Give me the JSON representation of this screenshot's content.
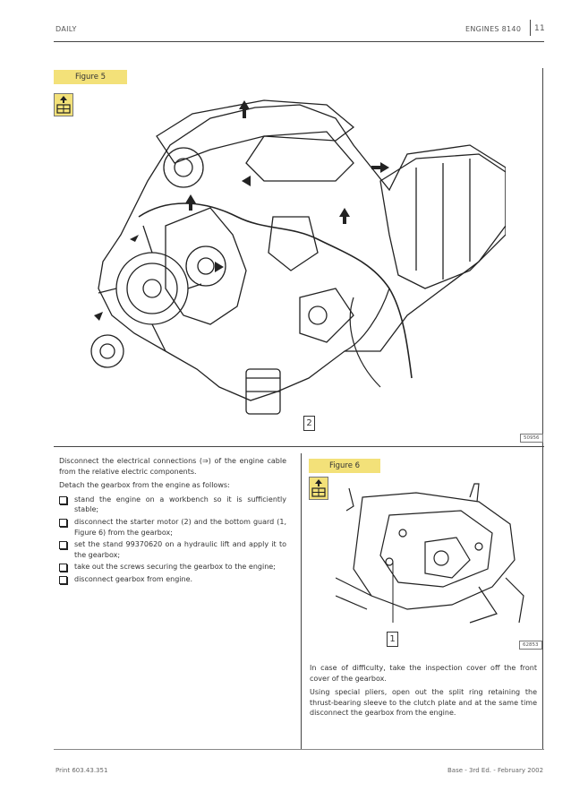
{
  "header": {
    "left": "DAILY",
    "center": "ENGINES 8140",
    "page_number": "11"
  },
  "figure5": {
    "label": "Figure 5",
    "callout": "2",
    "ref_code": "50956"
  },
  "figure6": {
    "label": "Figure 6",
    "callout": "1",
    "ref_code": "62853"
  },
  "left_text": {
    "intro": "Disconnect the electrical connections (⇒) of the engine cable from the relative electric components.",
    "detach": "Detach the gearbox from the engine as follows:",
    "steps": [
      "stand the engine on a workbench so it is sufficiently stable;",
      "disconnect the starter motor (2) and the bottom guard (1, Figure 6) from the gearbox;",
      "set the stand 99370620 on a hydraulic lift and apply it to the gearbox;",
      "take out the screws securing the gearbox to the engine;",
      "disconnect gearbox from engine."
    ]
  },
  "right_text": {
    "para1": "In case of difficulty, take the inspection cover off the front cover of the gearbox.",
    "para2": "Using special pliers, open out the split ring retaining the thrust-bearing sleeve to the clutch plate and at the same time disconnect the gearbox from the engine."
  },
  "footer": {
    "left": "Print 603.43.351",
    "right": "Base - 3rd Ed. - February 2002"
  },
  "colors": {
    "tab_yellow": "#f3e179",
    "rule": "#444444"
  }
}
